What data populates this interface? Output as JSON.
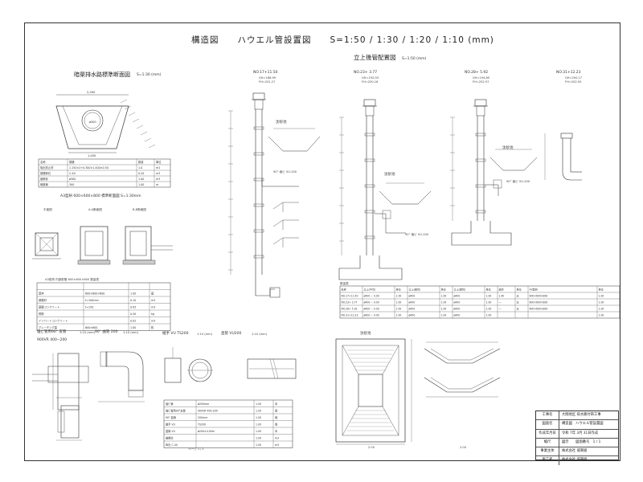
{
  "title": "構造図　　ハウエル管設置図　　S=1:50 / 1:30 / 1:20 / 1:10 (mm)",
  "standpipe_title": "立上後管配置図",
  "standpipe_scale": "S=1:50 (mm)",
  "culvert": {
    "title": "暗渠排水路標準断面図",
    "scale": "S=1:30 (mm)",
    "dims": [
      "2,300",
      "1,400",
      "ø300"
    ],
    "table_header": [
      "名称",
      "規格",
      "数量",
      "単位"
    ],
    "table_rows": [
      [
        "吸出防止材",
        "1.150×2+0.300×1.400×0.50",
        "1.0",
        "m2"
      ],
      [
        "基礎砕石",
        "C-40",
        "0.20",
        "m3"
      ],
      [
        "被覆砂",
        "ø300",
        "1.00",
        "m3"
      ],
      [
        "暗渠管",
        "300",
        "1.00",
        "m"
      ]
    ]
  },
  "box": {
    "title": "A3型枡 600×600×800 標準断面図 S=1:30mm",
    "views": [
      "平面図",
      "A-A断面図",
      "B-B断面図"
    ],
    "table_title": "A3型枡 内部配管 600×600×800 数量表",
    "table_rows": [
      [
        "型枠",
        "600×600×800",
        "1.00",
        "基"
      ],
      [
        "基礎材",
        "t=100mm",
        "0.10",
        "m3"
      ],
      [
        "基礎コンクリート",
        "t=150",
        "0.05",
        "m3"
      ],
      [
        "鉄筋",
        "",
        "0.50",
        "kg"
      ],
      [
        "インバートコンクリート",
        "",
        "0.02",
        "m3"
      ],
      [
        "グレーチング蓋",
        "600×600",
        "1.00",
        "枚"
      ]
    ]
  },
  "standpipes": [
    {
      "label": "NO.17+11.50",
      "gh": "GH=188.99",
      "fh": "FH=201.27"
    },
    {
      "label": "NO.23+ 3.77",
      "gh": "GH=192.03",
      "fh": "FH=200.16"
    },
    {
      "label": "NO.28+ 5.92",
      "gh": "GH=194.80",
      "fh": "FH=202.97"
    },
    {
      "label": "NO.31+12.23",
      "gh": "GH=200.17",
      "fh": "FH=202.50"
    }
  ],
  "sediment_label": "沈砂池",
  "elbow_note": "90° 塩ビ VU-200",
  "qty_table": {
    "title": "数量表",
    "header": [
      "名称",
      "立上(平均)",
      "単位",
      "立上(縦管)",
      "単位",
      "立上(横管)",
      "単位",
      "曲管",
      "単位",
      "A3型枡",
      "単位"
    ],
    "rows": [
      [
        "NO.17+11.50",
        "ø400 ~ 9.90",
        "1.00",
        "ø400",
        "1.00",
        "ø400",
        "1.00",
        "1.40",
        "本",
        "600×600×800",
        "1.00"
      ],
      [
        "NO.23+ 3.77",
        "ø400 ~ 9.90",
        "1.00",
        "ø400",
        "1.00",
        "ø400",
        "1.00",
        "—",
        "本",
        "600×600×800",
        "1.00"
      ],
      [
        "NO.28+ 5.92",
        "ø400 ~ 9.90",
        "1.00",
        "ø400",
        "1.00",
        "ø400",
        "1.00",
        "—",
        "本",
        "600×600×800",
        "1.00"
      ],
      [
        "NO.31+12.23",
        "ø400 ~ 9.90",
        "1.00",
        "ø400",
        "1.00",
        "ø400",
        "1.00",
        "",
        "",
        "",
        "1.00"
      ]
    ]
  },
  "parts": [
    {
      "title": "塩ビ管用90° 支管",
      "sub": "900VR 400−200",
      "scale": "1:10 (mm)"
    },
    {
      "title": "90° 曲管 200",
      "sub": "",
      "scale": "1:10 (mm)"
    },
    {
      "title": "継手 VU TS200",
      "sub": "",
      "scale": "1:10 (mm)"
    },
    {
      "title": "直管 VU200",
      "sub": "",
      "scale": "1:10 (mm)"
    }
  ],
  "parts_table": {
    "rows": [
      [
        "塩ビ管",
        "ø200mm",
        "1.00",
        "本"
      ],
      [
        "塩ビ管用90°支管",
        "900VR 400-200",
        "1.00",
        "個"
      ],
      [
        "90° 曲管",
        "200mm",
        "1.00",
        "個"
      ],
      [
        "継手 VU",
        "TS200",
        "1.00",
        "個"
      ],
      [
        "直管 VU",
        "ø200×4.00m",
        "1.00",
        "本"
      ],
      [
        "被覆砂",
        "",
        "1.00",
        "m3"
      ],
      [
        "砕石 C-40",
        "",
        "1.00",
        "m3"
      ]
    ]
  },
  "sediment_plan": {
    "title": "沈砂池",
    "dims": [
      "2.00",
      "2.00"
    ]
  },
  "title_block": [
    {
      "k": "工事名",
      "v": "大間地区 排水路付帯工事"
    },
    {
      "k": "図面名",
      "v": "構造図　ハウエル管設置図"
    },
    {
      "k": "作成年月日",
      "v": "令和 7年 3月 31日作成"
    },
    {
      "k": "縮尺",
      "v": "図示　　図面番号　1 / 1"
    },
    {
      "k": "事業主体",
      "v": "株式会社 城東組"
    },
    {
      "k": "施工者",
      "v": "株式会社 城東組"
    }
  ],
  "bottom_note": "ページ 1 / 1",
  "colors": {
    "line": "#333333",
    "hatch": "#777777"
  }
}
